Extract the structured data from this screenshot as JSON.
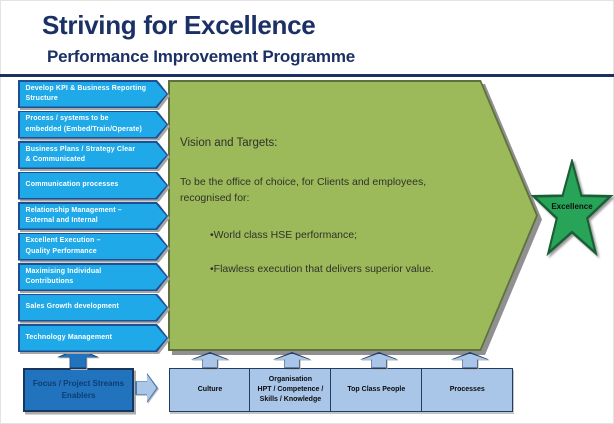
{
  "header": {
    "title": "Striving for Excellence",
    "subtitle": "Performance Improvement Programme"
  },
  "work_streams": [
    "Develop KPI & Business Reporting\nStructure",
    "Process / systems to be\nembedded (Embed/Train/Operate)",
    "Business Plans / Strategy Clear\n& Communicated",
    "Communication processes",
    "Relationship Management –\nExternal and Internal",
    "Excellent Execution –\nQuality Performance",
    "Maximising Individual Contributions",
    "Sales Growth development",
    "Technology Management"
  ],
  "vision": {
    "heading": "Vision and Targets:",
    "intro": "To be the office of choice, for Clients and employees,\nrecognised for:",
    "bullets": [
      "•World class HSE performance;",
      "•Flawless execution that delivers superior value."
    ]
  },
  "star": {
    "label": "Excellence"
  },
  "enablers": {
    "label": "Focus / Project Streams\nEnablers"
  },
  "foundations": [
    "Culture",
    "Organisation\nHPT / Competence /\nSkills / Knowledge",
    "Top Class People",
    "Processes"
  ],
  "colors": {
    "title_navy": "#1b3166",
    "stream_blue": "#1fa9e8",
    "stream_border": "#1d4f91",
    "vision_green": "#9cba59",
    "vision_border": "#5f713c",
    "star_green": "#27a457",
    "star_border": "#1a5e35",
    "foundation_blue": "#a9c6e9",
    "foundation_border": "#203d63",
    "enabler_blue": "#2273be",
    "enabler_border": "#17365d"
  }
}
